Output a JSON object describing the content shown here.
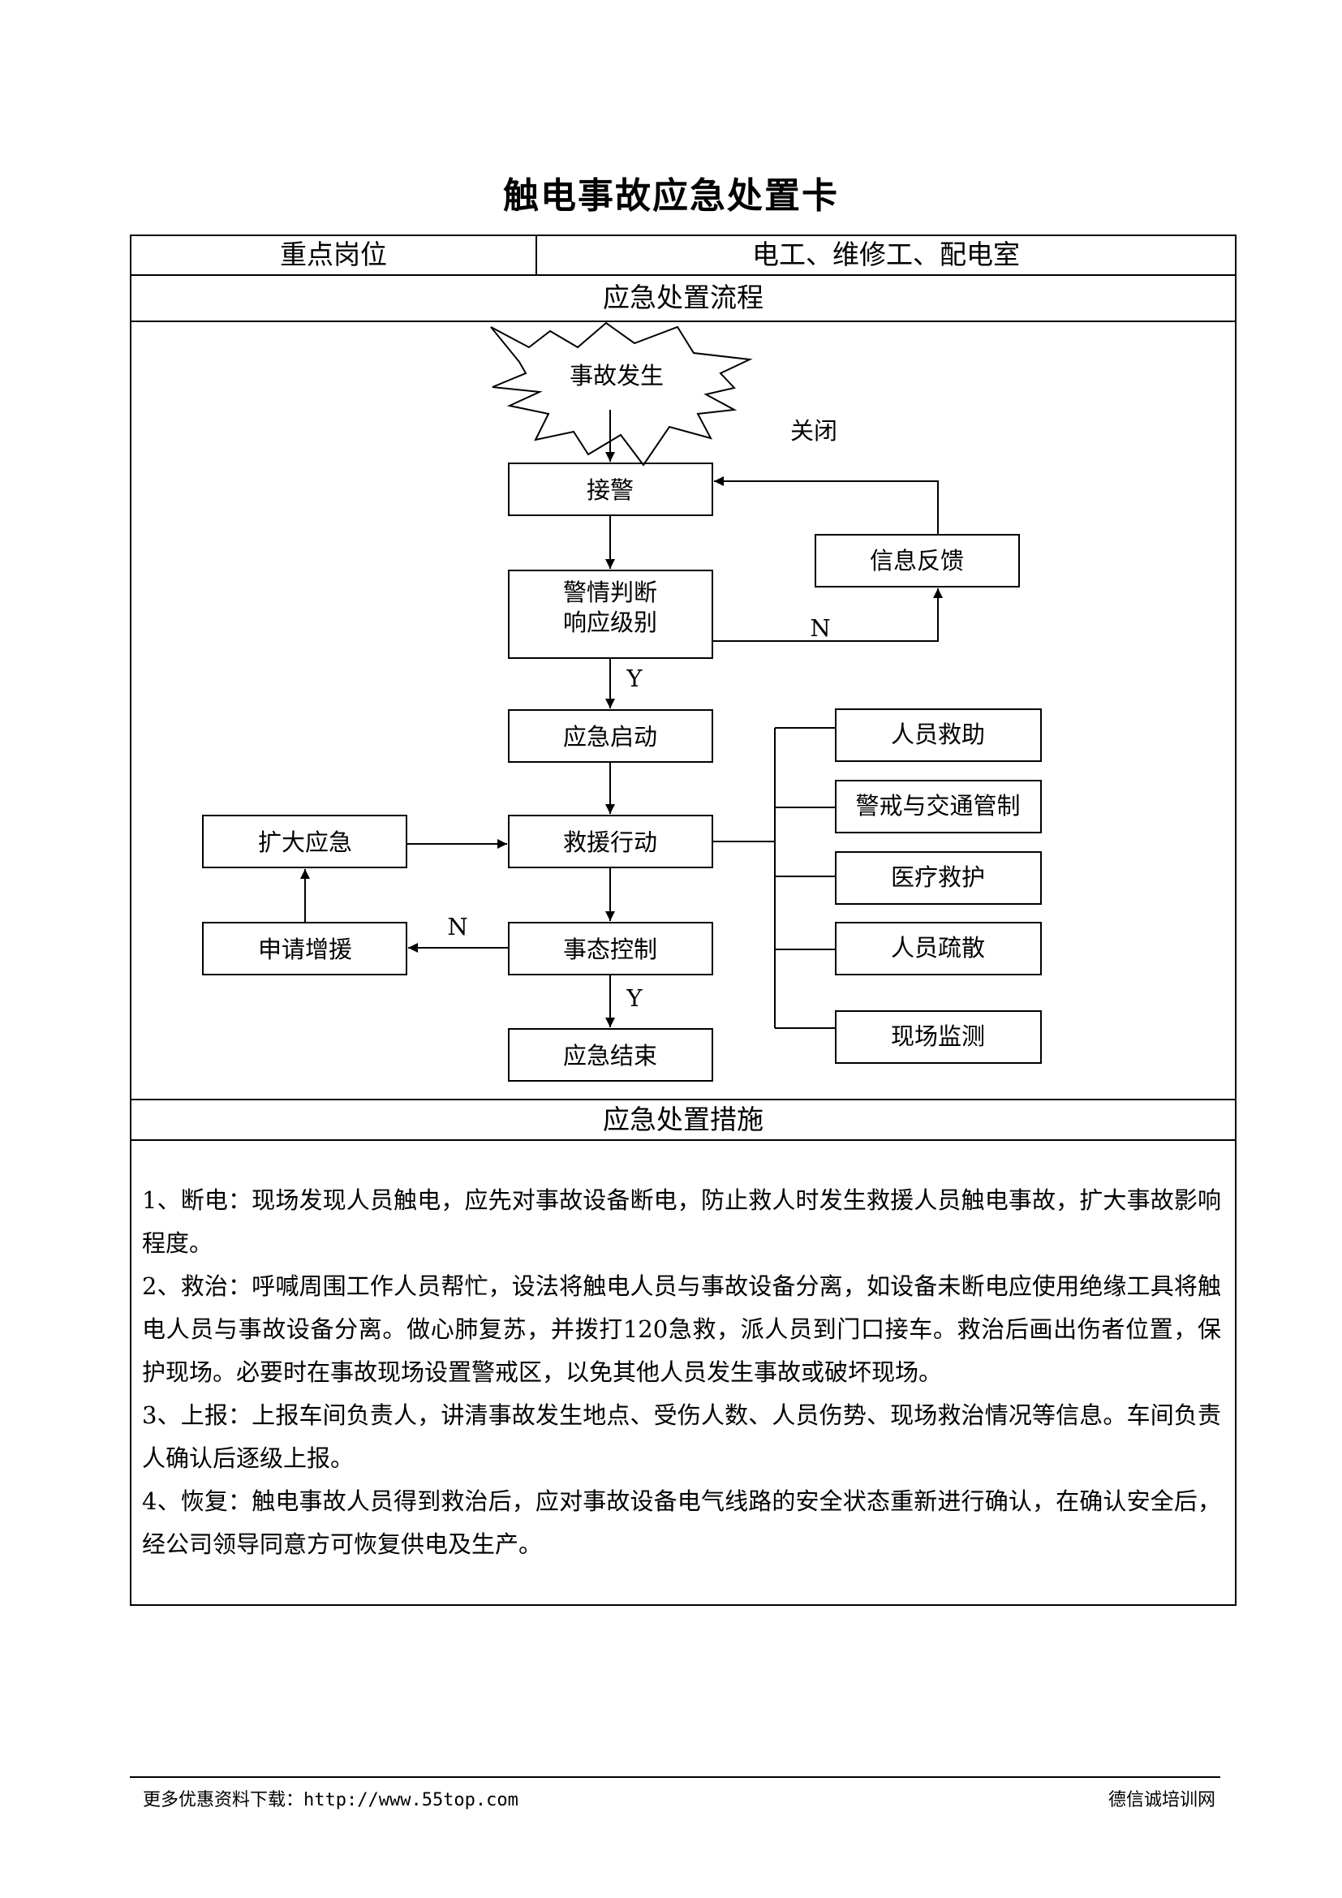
{
  "title": "触电事故应急处置卡",
  "table": {
    "key_post_label": "重点岗位",
    "key_post_value": "电工、维修工、配电室",
    "flow_header": "应急处置流程",
    "measures_header": "应急处置措施"
  },
  "flow": {
    "start": "事故发生",
    "close": "关闭",
    "receive": "接警",
    "judge_line1": "警情判断",
    "judge_line2": "响应级别",
    "feedback": "信息反馈",
    "n1": "N",
    "y1": "Y",
    "start_response": "应急启动",
    "rescue": "救援行动",
    "expand": "扩大应急",
    "apply": "申请增援",
    "n2": "N",
    "control": "事态控制",
    "y2": "Y",
    "end": "应急结束",
    "side": [
      "人员救助",
      "警戒与交通管制",
      "医疗救护",
      "人员疏散",
      "现场监测"
    ]
  },
  "measures": [
    "1、断电：现场发现人员触电，应先对事故设备断电，防止救人时发生救援人员触电事故，扩大事故影响程度。",
    "2、救治：呼喊周围工作人员帮忙，设法将触电人员与事故设备分离，如设备未断电应使用绝缘工具将触电人员与事故设备分离。做心肺复苏，并拨打120急救，派人员到门口接车。救治后画出伤者位置，保护现场。必要时在事故现场设置警戒区，以免其他人员发生事故或破坏现场。",
    "3、上报：上报车间负责人，讲清事故发生地点、受伤人数、人员伤势、现场救治情况等信息。车间负责人确认后逐级上报。",
    "4、恢复：触电事故人员得到救治后，应对事故设备电气线路的安全状态重新进行确认，在确认安全后，经公司领导同意方可恢复供电及生产。"
  ],
  "footer": {
    "left": "更多优惠资料下载：http://www.55top.com",
    "right": "德信诚培训网"
  }
}
